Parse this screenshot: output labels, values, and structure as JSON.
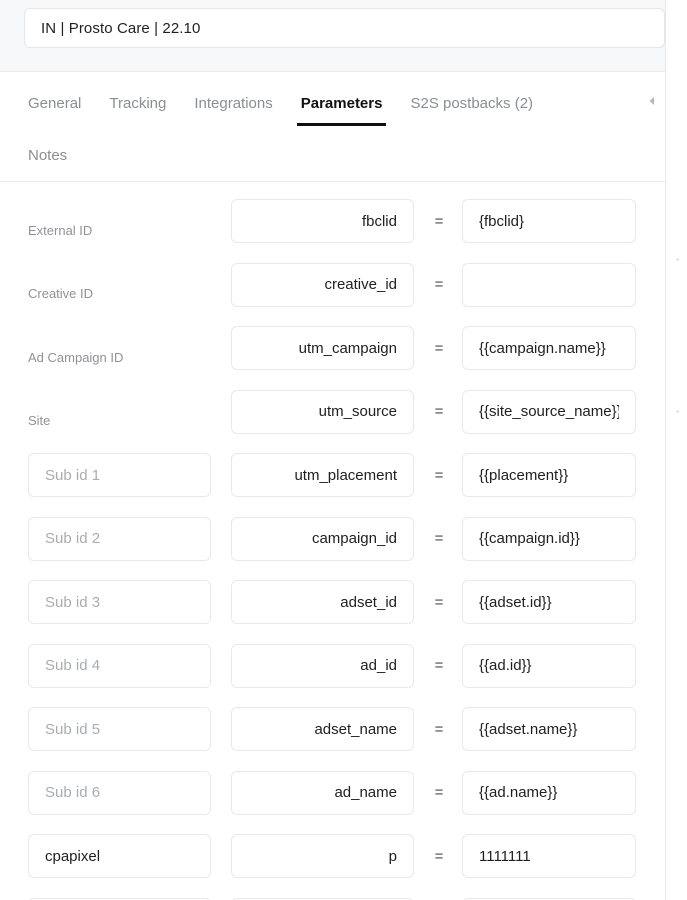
{
  "header": {
    "title_value": "IN | Prosto Care | 22.10"
  },
  "tabs": {
    "items": [
      {
        "label": "General",
        "active": false
      },
      {
        "label": "Tracking",
        "active": false
      },
      {
        "label": "Integrations",
        "active": false
      },
      {
        "label": "Parameters",
        "active": true
      },
      {
        "label": "S2S postbacks (2)",
        "active": false
      }
    ],
    "second_row": [
      {
        "label": "Notes",
        "active": false
      }
    ],
    "scroll_arrow_icon": "chevron-left-icon"
  },
  "parameters": {
    "equals_sign": "=",
    "rows": [
      {
        "label": "External ID",
        "label_is_input": false,
        "label_value": "",
        "label_placeholder": "",
        "key": "fbclid",
        "value": "{fbclid}"
      },
      {
        "label": "Creative ID",
        "label_is_input": false,
        "label_value": "",
        "label_placeholder": "",
        "key": "creative_id",
        "value": ""
      },
      {
        "label": "Ad Campaign ID",
        "label_is_input": false,
        "label_value": "",
        "label_placeholder": "",
        "key": "utm_campaign",
        "value": "{{campaign.name}}"
      },
      {
        "label": "Site",
        "label_is_input": false,
        "label_value": "",
        "label_placeholder": "",
        "key": "utm_source",
        "value": "{{site_source_name}}"
      },
      {
        "label": "",
        "label_is_input": true,
        "label_value": "",
        "label_placeholder": "Sub id 1",
        "key": "utm_placement",
        "value": "{{placement}}"
      },
      {
        "label": "",
        "label_is_input": true,
        "label_value": "",
        "label_placeholder": "Sub id 2",
        "key": "campaign_id",
        "value": "{{campaign.id}}"
      },
      {
        "label": "",
        "label_is_input": true,
        "label_value": "",
        "label_placeholder": "Sub id 3",
        "key": "adset_id",
        "value": "{{adset.id}}"
      },
      {
        "label": "",
        "label_is_input": true,
        "label_value": "",
        "label_placeholder": "Sub id 4",
        "key": "ad_id",
        "value": "{{ad.id}}"
      },
      {
        "label": "",
        "label_is_input": true,
        "label_value": "",
        "label_placeholder": "Sub id 5",
        "key": "adset_name",
        "value": "{{adset.name}}"
      },
      {
        "label": "",
        "label_is_input": true,
        "label_value": "",
        "label_placeholder": "Sub id 6",
        "key": "ad_name",
        "value": "{{ad.name}}"
      },
      {
        "label": "",
        "label_is_input": true,
        "label_value": "cpapixel",
        "label_placeholder": "",
        "key": "p",
        "value": "1111111"
      },
      {
        "label": "",
        "label_is_input": true,
        "label_value": "",
        "label_placeholder": "",
        "key": "",
        "value": ""
      }
    ]
  },
  "colors": {
    "accent": "#101010",
    "muted_text": "#8a8f94",
    "border": "#e7e9eb",
    "header_band": "#f7f8f9"
  }
}
